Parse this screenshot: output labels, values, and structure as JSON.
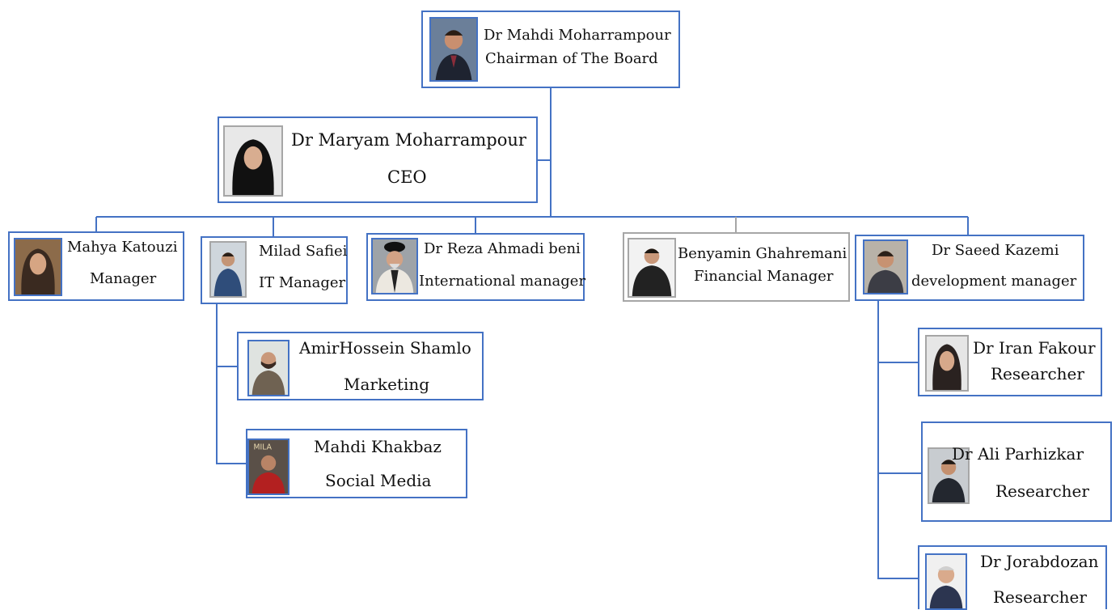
{
  "org_chart": {
    "nodes": [
      {
        "id": "chairman",
        "name": "Dr Mahdi Moharrampour",
        "role": "Chairman of The Board"
      },
      {
        "id": "ceo",
        "name": "Dr Maryam Moharrampour",
        "role": "CEO"
      },
      {
        "id": "katouzi",
        "name": "Mahya Katouzi",
        "role": "Manager"
      },
      {
        "id": "safiei",
        "name": "Milad Safiei",
        "role": "IT Manager"
      },
      {
        "id": "ahmadi",
        "name": "Dr Reza Ahmadi beni",
        "role": "International manager"
      },
      {
        "id": "ghahremani",
        "name": "Benyamin Ghahremani",
        "role": "Financial Manager"
      },
      {
        "id": "kazemi",
        "name": "Dr Saeed Kazemi",
        "role": "development manager"
      },
      {
        "id": "shamlo",
        "name": "AmirHossein Shamlo",
        "role": "Marketing"
      },
      {
        "id": "khakbaz",
        "name": "Mahdi Khakbaz",
        "role": "Social Media"
      },
      {
        "id": "fakour",
        "name": "Dr Iran Fakour",
        "role": "Researcher"
      },
      {
        "id": "parhizkar",
        "name": "Dr Ali Parhizkar",
        "role": "Researcher"
      },
      {
        "id": "jorabdozan",
        "name": "Dr Jorabdozan",
        "role": "Researcher"
      }
    ],
    "edges": [
      [
        "chairman",
        "ceo"
      ],
      [
        "chairman",
        "katouzi"
      ],
      [
        "chairman",
        "safiei"
      ],
      [
        "chairman",
        "ahmadi"
      ],
      [
        "chairman",
        "ghahremani"
      ],
      [
        "chairman",
        "kazemi"
      ],
      [
        "safiei",
        "shamlo"
      ],
      [
        "safiei",
        "khakbaz"
      ],
      [
        "kazemi",
        "fakour"
      ],
      [
        "kazemi",
        "parhizkar"
      ],
      [
        "kazemi",
        "jorabdozan"
      ]
    ],
    "colors": {
      "box_border": "#4472c4",
      "connector": "#4472c4",
      "gray_border": "#a6a6a6"
    }
  }
}
